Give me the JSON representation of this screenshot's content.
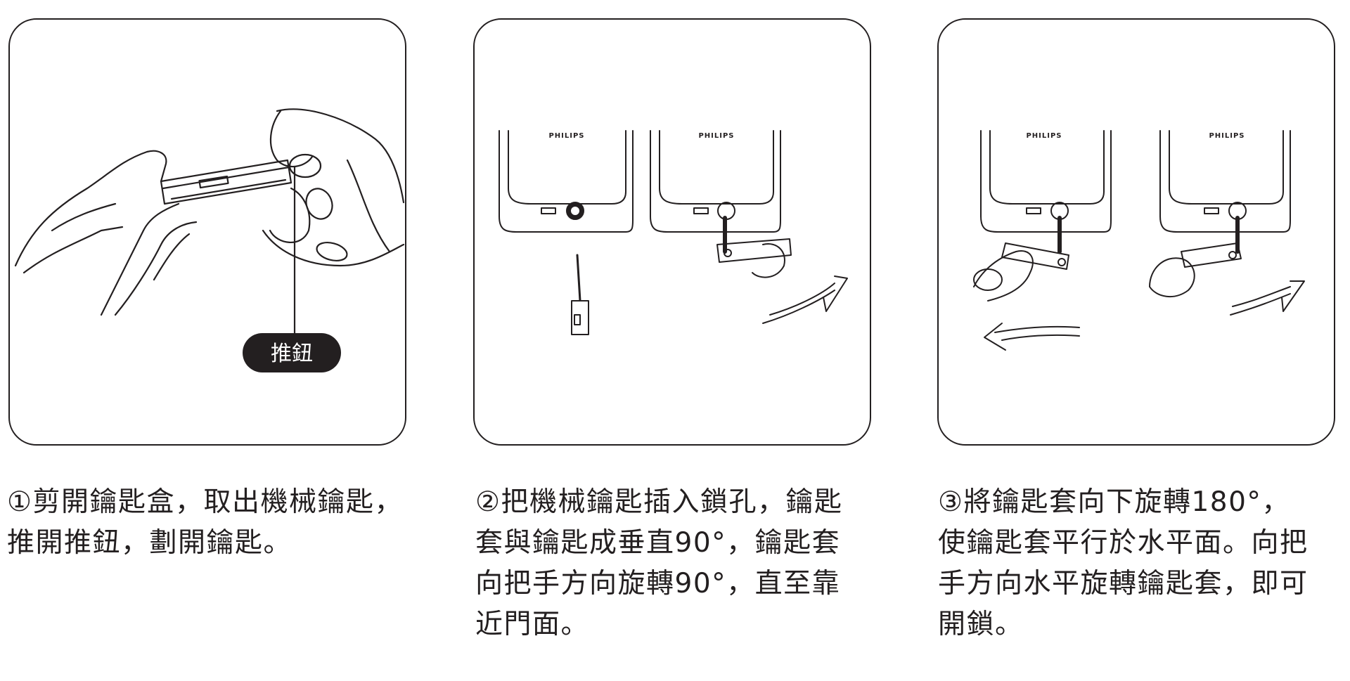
{
  "steps": [
    {
      "caption": "①剪開鑰匙盒，取出機械鑰匙，\n推開推鈕，劃開鑰匙。",
      "callout": "推鈕"
    },
    {
      "caption": "②把機械鑰匙插入鎖孔，鑰匙\n套與鑰匙成垂直90°，鑰匙套\n向把手方向旋轉90°，直至靠\n近門面。",
      "brand_labels": [
        "PHILIPS",
        "PHILIPS"
      ]
    },
    {
      "caption": "③將鑰匙套向下旋轉180°，\n使鑰匙套平行於水平面。向把\n手方向水平旋轉鑰匙套，即可\n開鎖。",
      "brand_labels": [
        "PHILIPS",
        "PHILIPS"
      ]
    }
  ]
}
